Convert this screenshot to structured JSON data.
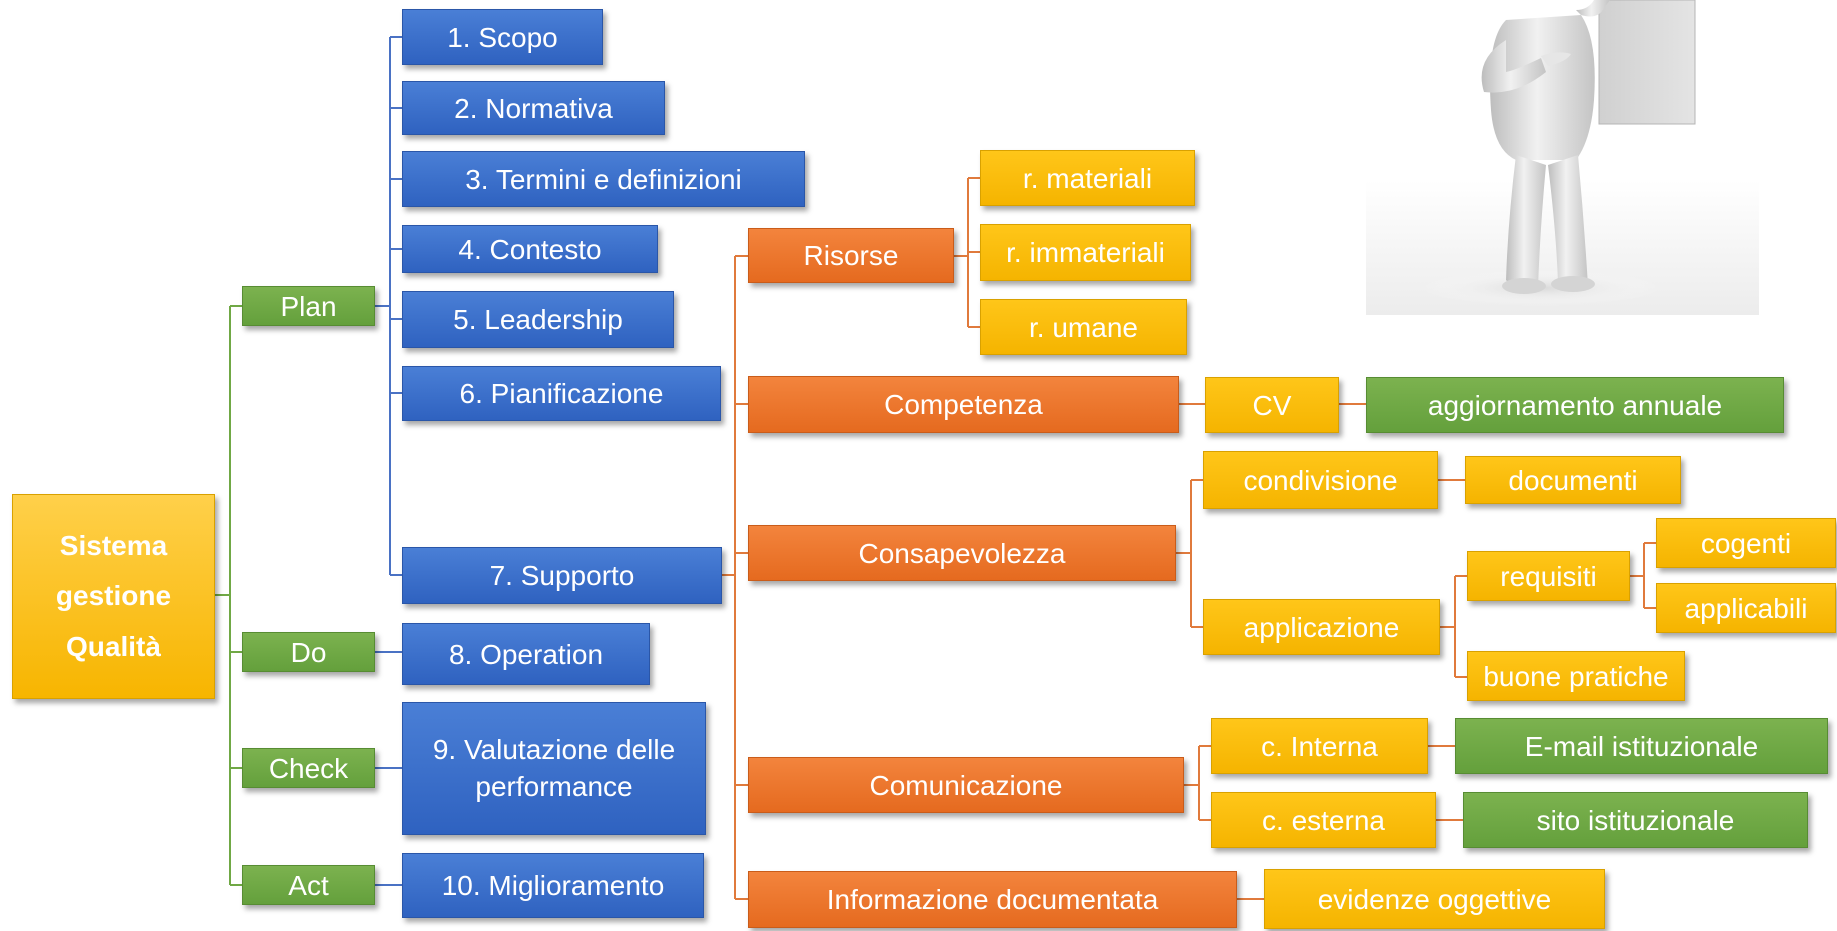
{
  "diagram": {
    "root": "Sistema gestione Qualità",
    "pdca": {
      "plan": "Plan",
      "do": "Do",
      "check": "Check",
      "act": "Act"
    },
    "clauses": {
      "c1": "1. Scopo",
      "c2": "2. Normativa",
      "c3": "3. Termini e definizioni",
      "c4": "4. Contesto",
      "c5": "5. Leadership",
      "c6": "6. Pianificazione",
      "c7": "7. Supporto",
      "c8": "8. Operation",
      "c9": "9. Valutazione delle performance",
      "c10": "10. Miglioramento"
    },
    "support": {
      "risorse": "Risorse",
      "competenza": "Competenza",
      "consapevolezza": "Consapevolezza",
      "comunicazione": "Comunicazione",
      "informazione": "Informazione documentata"
    },
    "details": {
      "r_materiali": "r. materiali",
      "r_immateriali": "r. immateriali",
      "r_umane": "r. umane",
      "cv": "CV",
      "aggiornamento": "aggiornamento annuale",
      "condivisione": "condivisione",
      "documenti": "documenti",
      "applicazione": "applicazione",
      "requisiti": "requisiti",
      "cogenti": "cogenti",
      "applicabili": "applicabili",
      "buone_pratiche": "buone pratiche",
      "c_interna": "c. Interna",
      "email": "E-mail istituzionale",
      "c_esterna": "c. esterna",
      "sito": "sito istituzionale",
      "evidenze": "evidenze oggettive"
    }
  },
  "colors": {
    "blue": "#3a6fcf",
    "green": "#70a845",
    "orange": "#ed7628",
    "yellow": "#fbbd0a",
    "line_blue": "#4a72c4",
    "line_green": "#70a845",
    "line_orange": "#e07a3c"
  },
  "illustration": "3d-figure-holding-blank-sign"
}
